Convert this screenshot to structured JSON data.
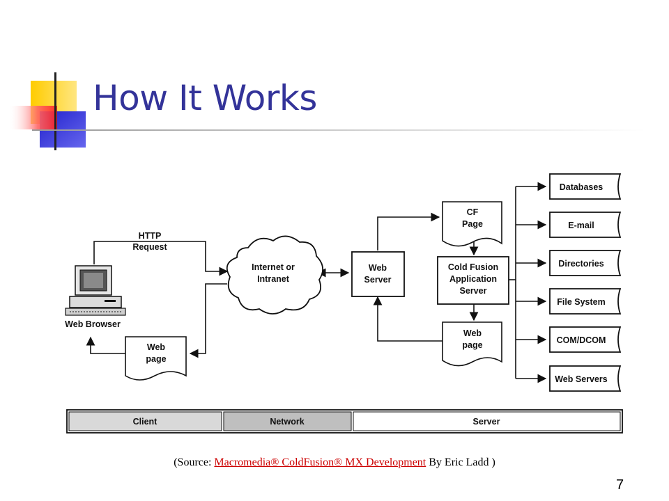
{
  "slide": {
    "title": "How It Works",
    "page_number": "7"
  },
  "diagram": {
    "http_request": [
      "HTTP",
      "Request"
    ],
    "web_browser": "Web Browser",
    "client_web_page": [
      "Web",
      "page"
    ],
    "internet": [
      "Internet or",
      "Intranet"
    ],
    "web_server": [
      "Web",
      "Server"
    ],
    "cf_page": [
      "CF",
      "Page"
    ],
    "cf_app_server": [
      "Cold Fusion",
      "Application",
      "Server"
    ],
    "server_web_page": [
      "Web",
      "page"
    ],
    "resources": [
      "Databases",
      "E-mail",
      "Directories",
      "File System",
      "COM/DCOM",
      "Web Servers"
    ],
    "zones": [
      "Client",
      "Network",
      "Server"
    ]
  },
  "caption": {
    "prefix": "(Source: ",
    "link_text": " Macromedia® ColdFusion® MX Development",
    "suffix": " By Eric Ladd )"
  },
  "colors": {
    "title": "#333399",
    "accent_yellow": "#ffcc00",
    "accent_blue": "#3333cc",
    "accent_red": "#ff3333",
    "link": "#cc0000"
  }
}
